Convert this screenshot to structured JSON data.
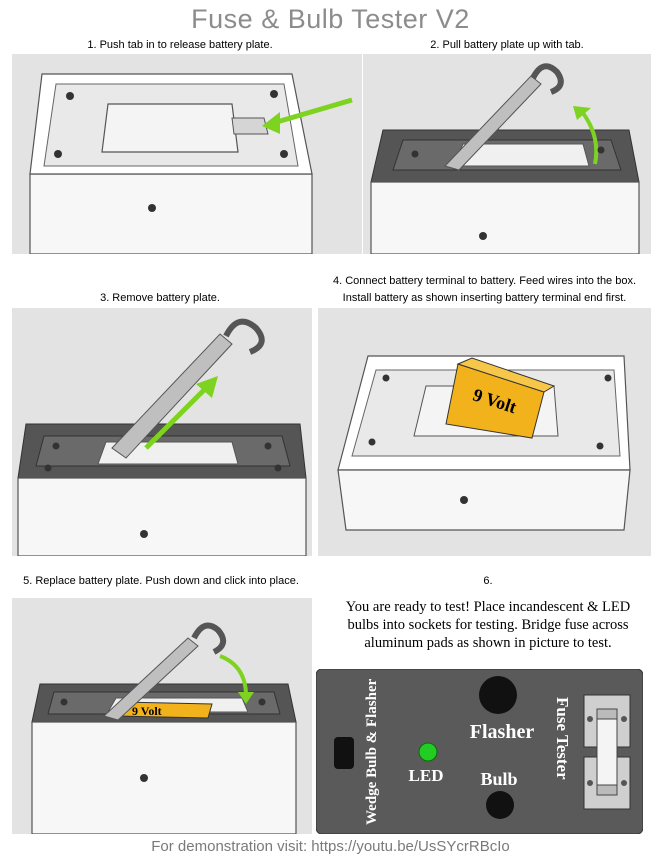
{
  "title": "Fuse & Bulb Tester V2",
  "steps": {
    "step1": "1. Push tab in to release battery plate.",
    "step2": "2. Pull battery plate up with tab.",
    "step3": "3. Remove battery plate.",
    "step4_line1": "4. Connect battery terminal to battery. Feed wires into the box.",
    "step4_line2": "Install battery as shown inserting battery terminal end first.",
    "step5": "5. Replace battery plate. Push down and click into place.",
    "step6": "6."
  },
  "ready_text": {
    "line1": "You are ready to test! Place incandescent & LED",
    "line2": "bulbs into sockets for testing. Bridge fuse across",
    "line3": "aluminum pads as shown in picture to test."
  },
  "battery_label": "9 Volt",
  "tester": {
    "wedge_label": "Wedge Bulb & Flasher",
    "flasher_label": "Flasher",
    "led_label": "LED",
    "bulb_label": "Bulb",
    "fuse_label": "Fuse Tester"
  },
  "footer": "For demonstration visit: https://youtu.be/UsSYcrRBcIo",
  "colors": {
    "arrow": "#7ed320",
    "led": "#22cc22",
    "panel_face": "#5a5a5a",
    "battery": "#f2b21c"
  }
}
